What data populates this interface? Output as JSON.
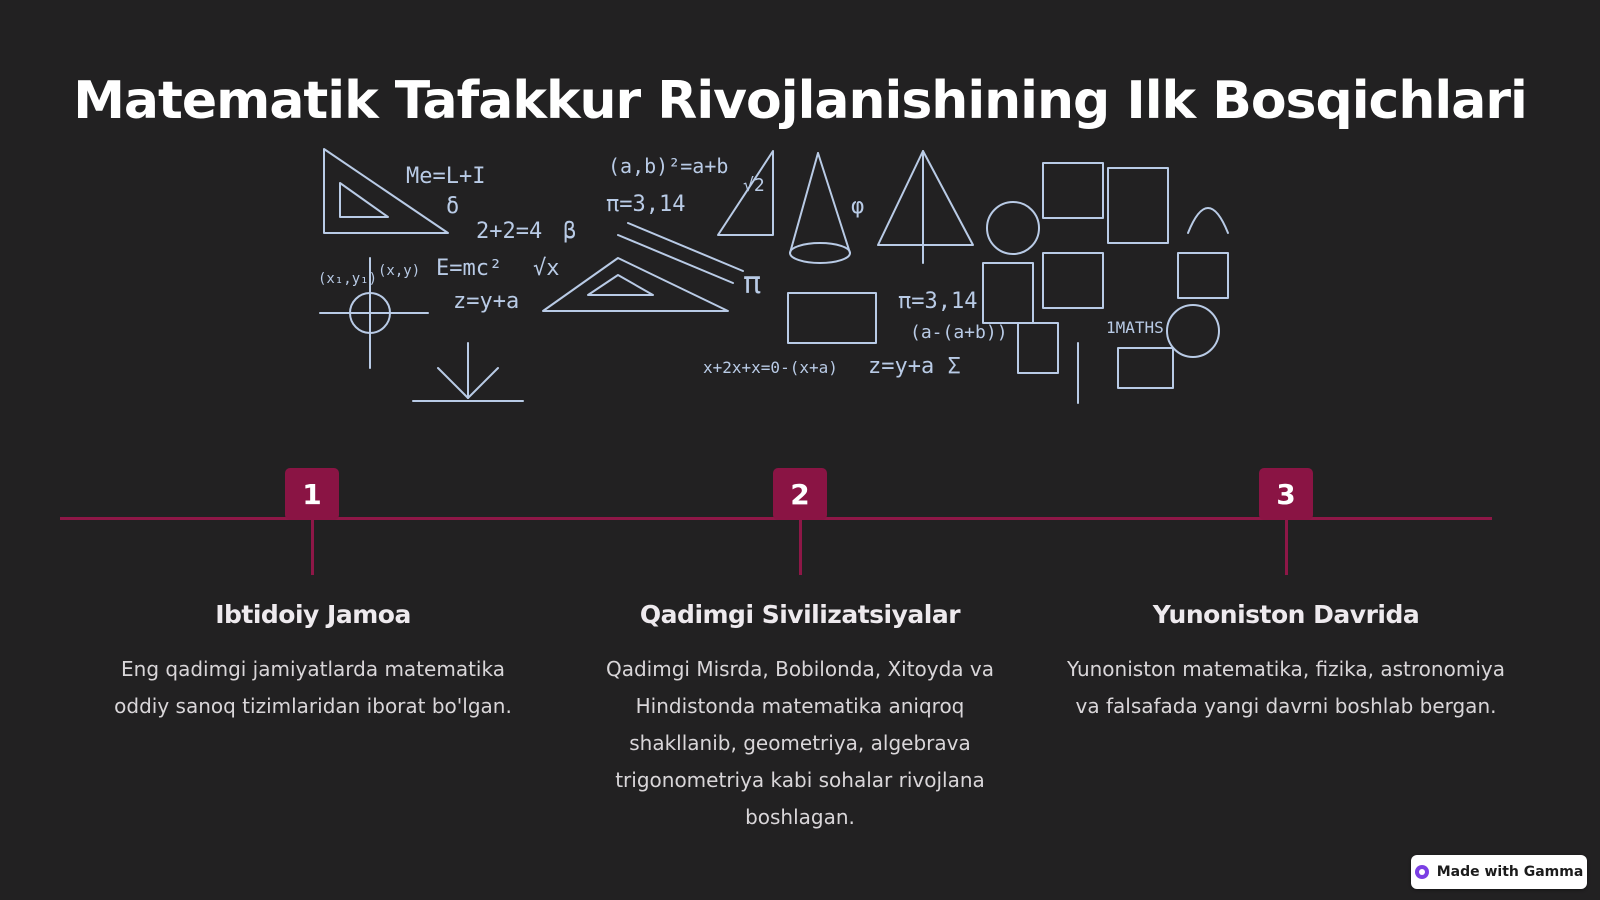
{
  "page": {
    "title": "Matematik Tafakkur Rivojlanishining Ilk Bosqichlari"
  },
  "illustration": {
    "formulas": [
      "Me=L+I",
      "(a,b)²=a+b",
      "π=3,14",
      "2+2=4",
      "E=mc²",
      "√x",
      "z=y+a",
      "x+2x+x=0-(x+a)",
      "z=y+a Σ",
      "π=3,14",
      "(a-(a+b))",
      "√2",
      "δ",
      "β",
      "φ",
      "π",
      "1MATHS",
      "(x₁,y₁)",
      "(x,y)"
    ]
  },
  "timeline": [
    {
      "number": "1",
      "heading": "Ibtidoiy Jamoa",
      "text": "Eng qadimgi jamiyatlarda matematika oddiy sanoq tizimlaridan iborat bo'lgan."
    },
    {
      "number": "2",
      "heading": "Qadimgi Sivilizatsiyalar",
      "text": "Qadimgi Misrda, Bobilonda, Xitoyda va Hindistonda matematika aniqroq shakllanib, geometriya, algebrava trigonometriya kabi sohalar rivojlana boshlagan."
    },
    {
      "number": "3",
      "heading": "Yunoniston Davrida",
      "text": "Yunoniston matematika, fizika, astronomiya va falsafada yangi davrni boshlab bergan."
    }
  ],
  "badge": {
    "label": "Made with Gamma",
    "icon": "gamma-logo-icon"
  },
  "colors": {
    "background": "#222122",
    "accent": "#8a1444",
    "sketch": "#b9cbe6"
  }
}
